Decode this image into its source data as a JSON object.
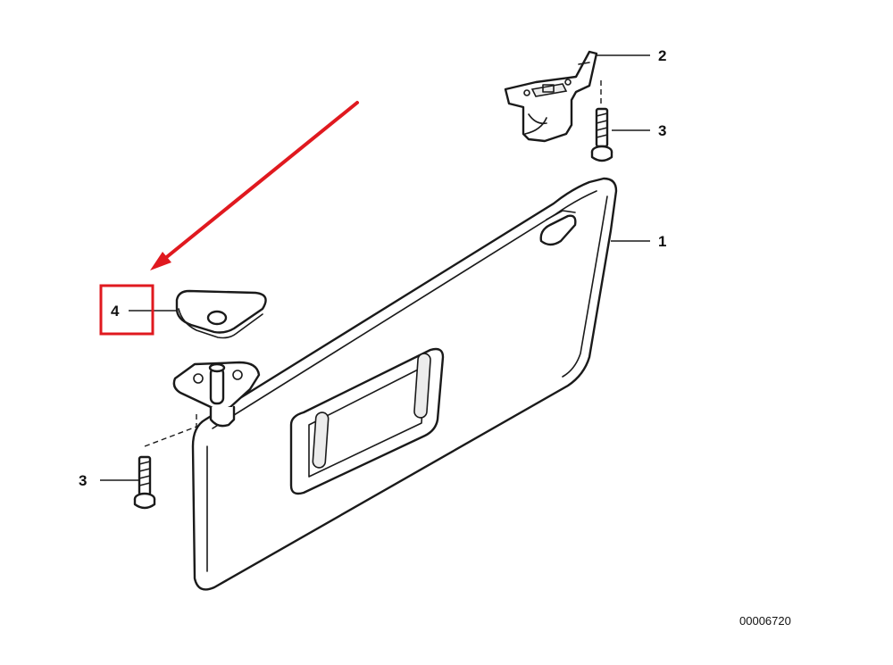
{
  "diagram": {
    "callouts": {
      "part_1": "1",
      "part_2": "2",
      "part_3_top": "3",
      "part_3_bottom": "3",
      "part_4": "4"
    },
    "drawing_number": "00006720",
    "highlight_color": "#e0191f",
    "line_color": "#1a1a1a",
    "highlighted_callout": "4"
  }
}
